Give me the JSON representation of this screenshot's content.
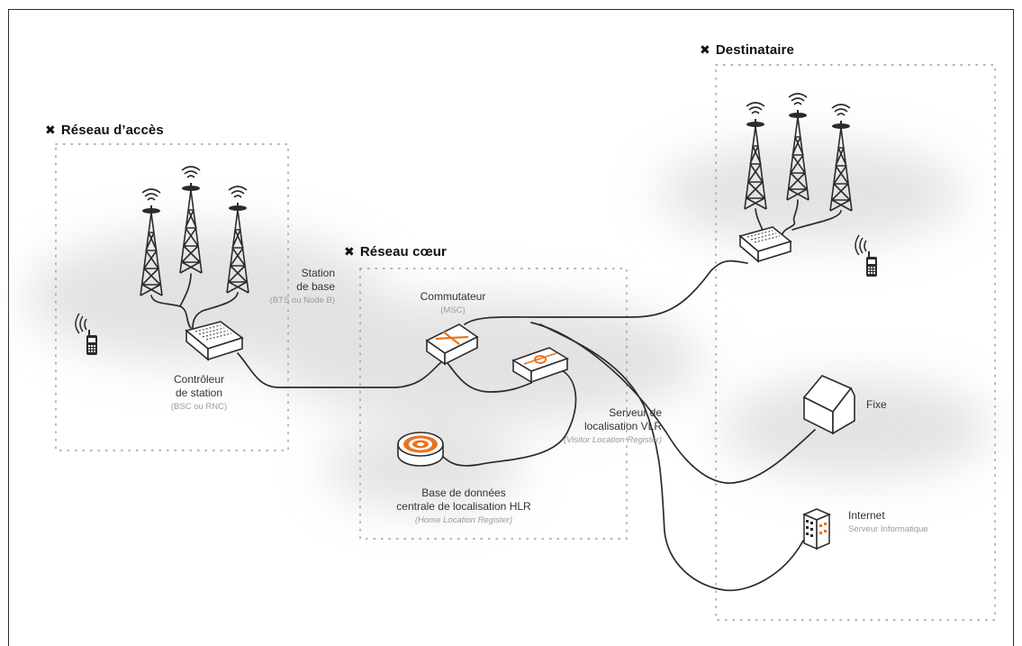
{
  "zones": {
    "access": "Réseau d’accès",
    "core": "Réseau cœur",
    "destination": "Destinataire"
  },
  "labels": {
    "bts": {
      "title_line1": "Station",
      "title_line2": "de base",
      "sub": "(BTS ou Node B)"
    },
    "bsc": {
      "title_line1": "Contrôleur",
      "title_line2": "de station",
      "sub": "(BSC ou RNC)"
    },
    "msc": {
      "title": "Commutateur",
      "sub": "(MSC)"
    },
    "vlr": {
      "title_line1": "Serveur de",
      "title_line2": "localisation VLR",
      "sub": "(Visitor Location Register)"
    },
    "hlr": {
      "title_line1": "Base de données",
      "title_line2": "centrale de localisation HLR",
      "sub": "(Home Location Register)"
    },
    "fixe": {
      "title": "Fixe"
    },
    "internet": {
      "title": "Internet",
      "sub": "Serveur Informatique"
    }
  },
  "icons": {
    "zone_marker": "✖"
  },
  "colors": {
    "accent": "#e8731e",
    "line": "#2b2b2b",
    "zone_border": "#9a9a9a",
    "glow": "#d9d9d9"
  }
}
